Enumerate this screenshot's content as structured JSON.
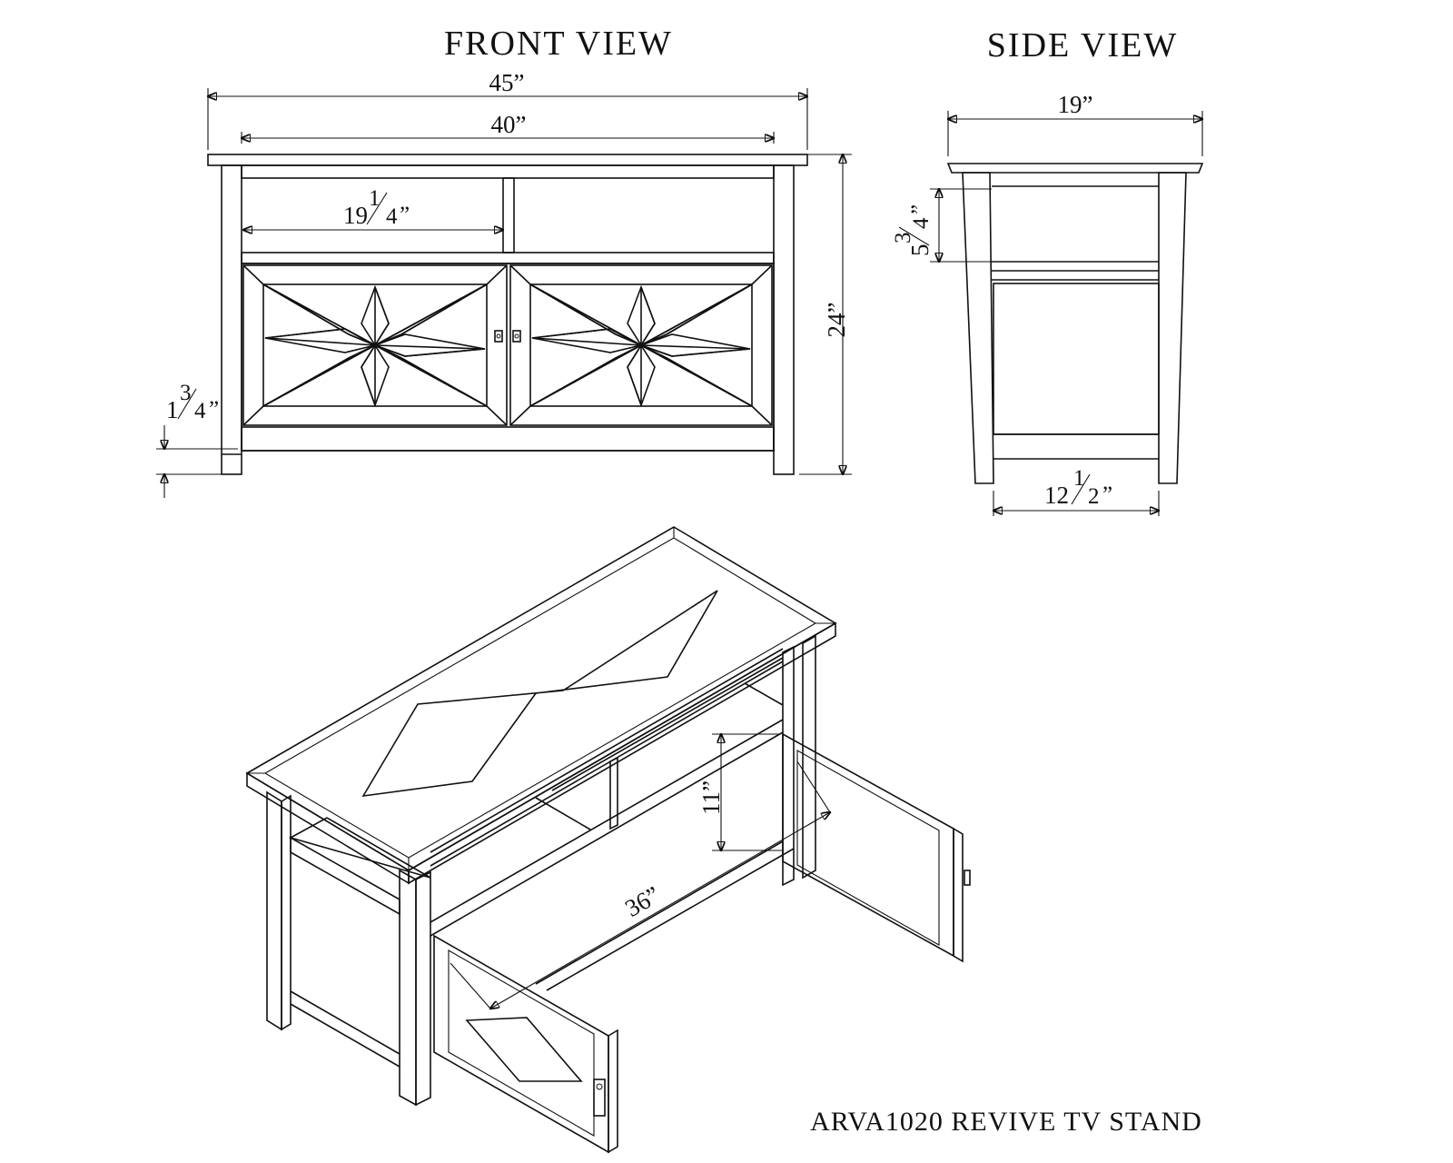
{
  "titles": {
    "front": "FRONT VIEW",
    "side": "SIDE VIEW",
    "caption": "ARVA1020 REVIVE TV STAND"
  },
  "front_dims": {
    "overall_width": "45”",
    "inner_width": "40”",
    "shelf_width": {
      "whole": "19",
      "num": "1",
      "den": "4",
      "unit": "”"
    },
    "height": "24”",
    "foot_height": {
      "whole": "1",
      "num": "3",
      "den": "4",
      "unit": "”"
    }
  },
  "side_dims": {
    "depth": "19”",
    "shelf_height": {
      "whole": "5",
      "num": "3",
      "den": "4",
      "unit": "”"
    },
    "inner_depth": {
      "whole": "12",
      "num": "1",
      "den": "2",
      "unit": "”"
    }
  },
  "iso_dims": {
    "cabinet_height": "11”",
    "cabinet_width": "36”"
  }
}
